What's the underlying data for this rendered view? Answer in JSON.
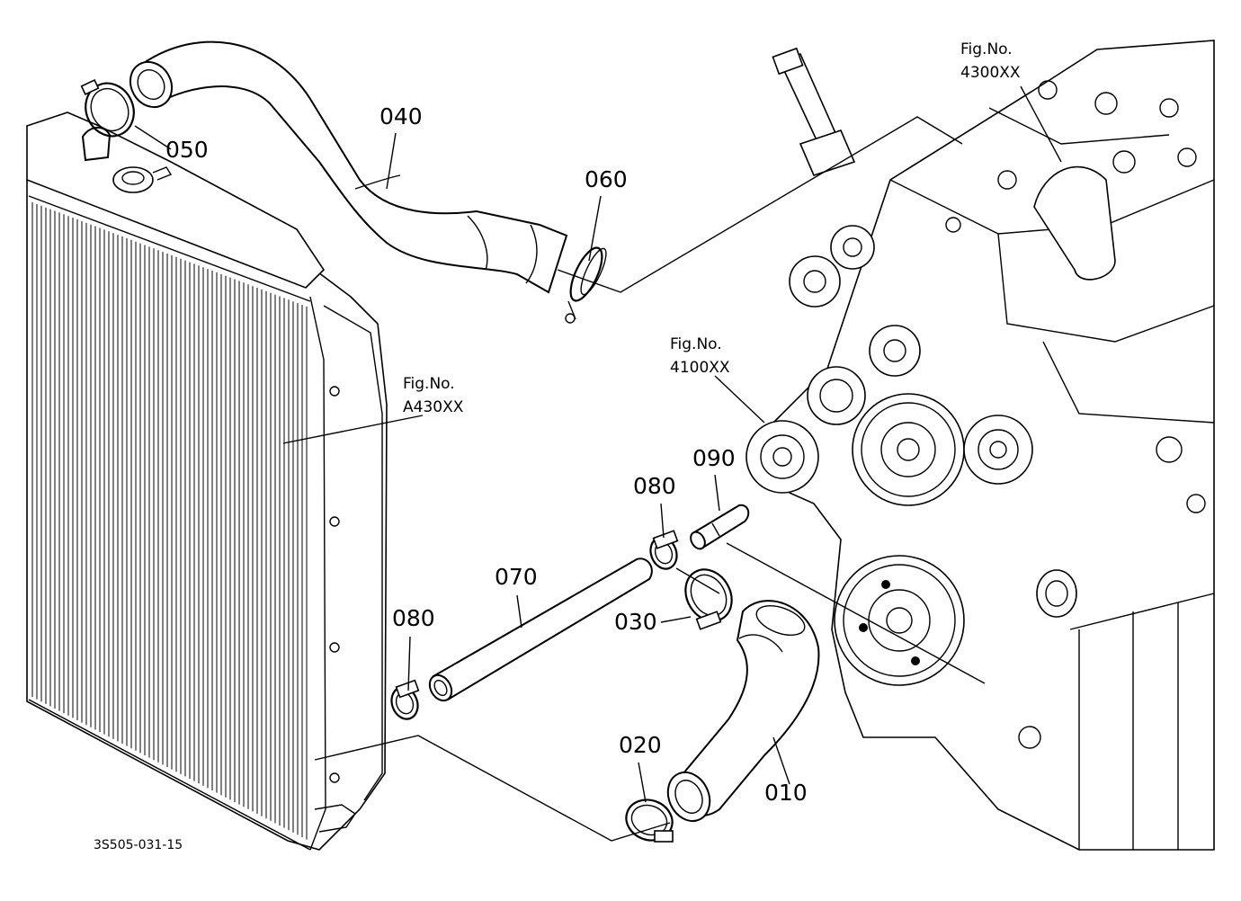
{
  "drawing_code": "3S505-031-15",
  "parts": {
    "p010": "010",
    "p020": "020",
    "p030": "030",
    "p040": "040",
    "p050": "050",
    "p060": "060",
    "p070": "070",
    "p080a": "080",
    "p080b": "080",
    "p090": "090"
  },
  "figure_refs": {
    "radiator": {
      "line1": "Fig.No.",
      "line2": "A430XX"
    },
    "fan_belt": {
      "line1": "Fig.No.",
      "line2": "4100XX"
    },
    "cylinder_head": {
      "line1": "Fig.No.",
      "line2": "4300XX"
    }
  }
}
